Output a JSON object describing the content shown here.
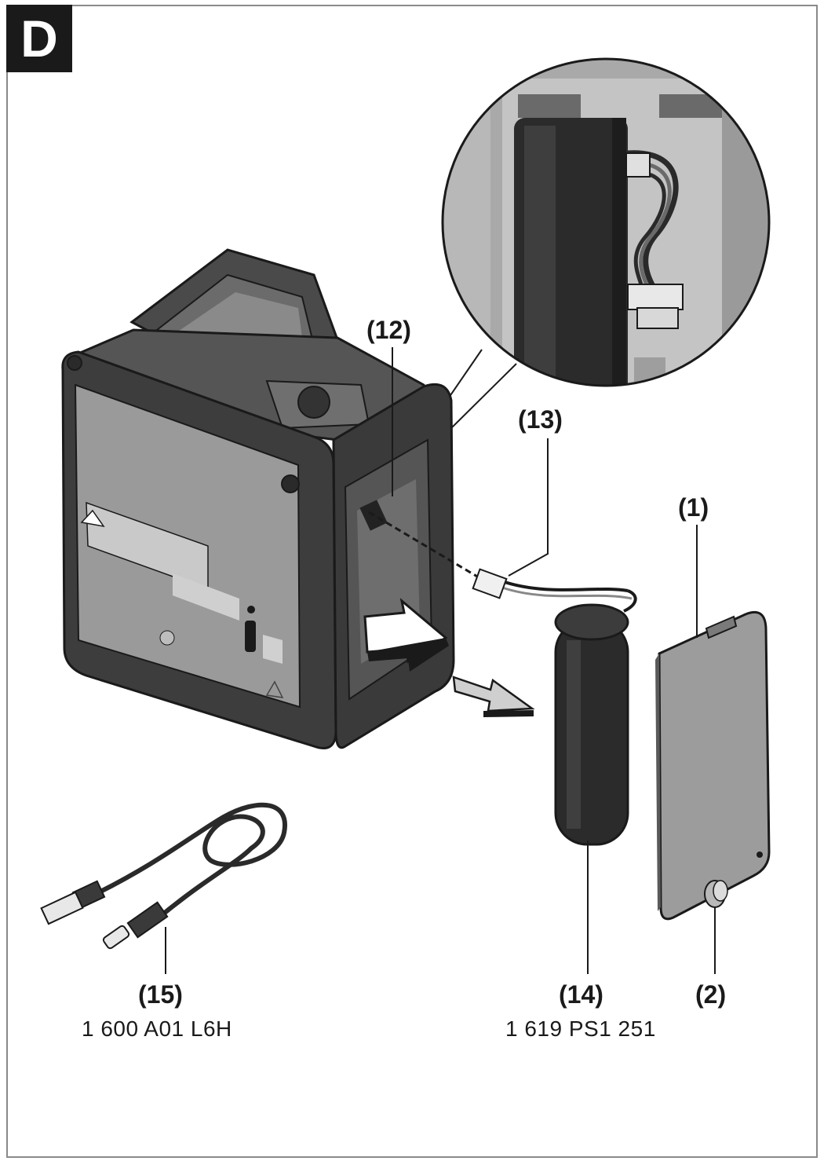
{
  "figure": {
    "section_letter": "D"
  },
  "callouts": {
    "c12": "(12)",
    "c13": "(13)",
    "c1": "(1)",
    "c15": "(15)",
    "c14": "(14)",
    "c2": "(2)"
  },
  "part_numbers": {
    "usb_cable": "1 600 A01 L6H",
    "battery": "1 619 PS1 251"
  },
  "colors": {
    "device_body": "#3d3d3d",
    "device_panel": "#9a9a9a",
    "cover": "#9c9c9c",
    "battery": "#2b2b2b",
    "outline": "#1a1a1a"
  }
}
